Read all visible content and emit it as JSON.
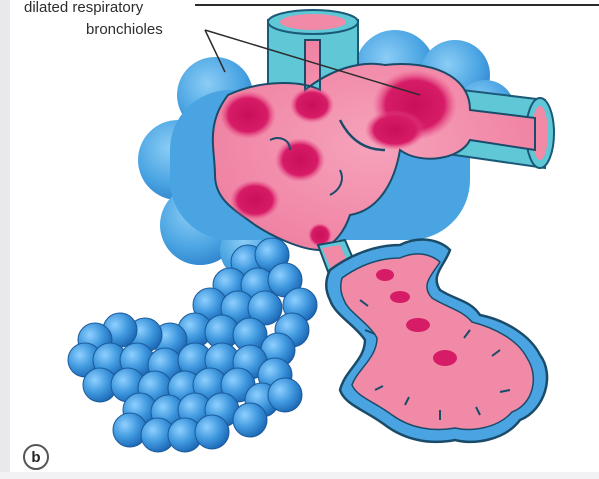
{
  "labels": {
    "line1": "dilated respiratory",
    "line2": "bronchioles"
  },
  "panel": {
    "letter": "b"
  },
  "colors": {
    "alveoli_blue": "#4aa4e2",
    "alveoli_blue_dark": "#1f72c4",
    "airway_pink": "#f08aa6",
    "airway_magenta": "#d3155f",
    "wall_teal": "#5fc7d6"
  }
}
